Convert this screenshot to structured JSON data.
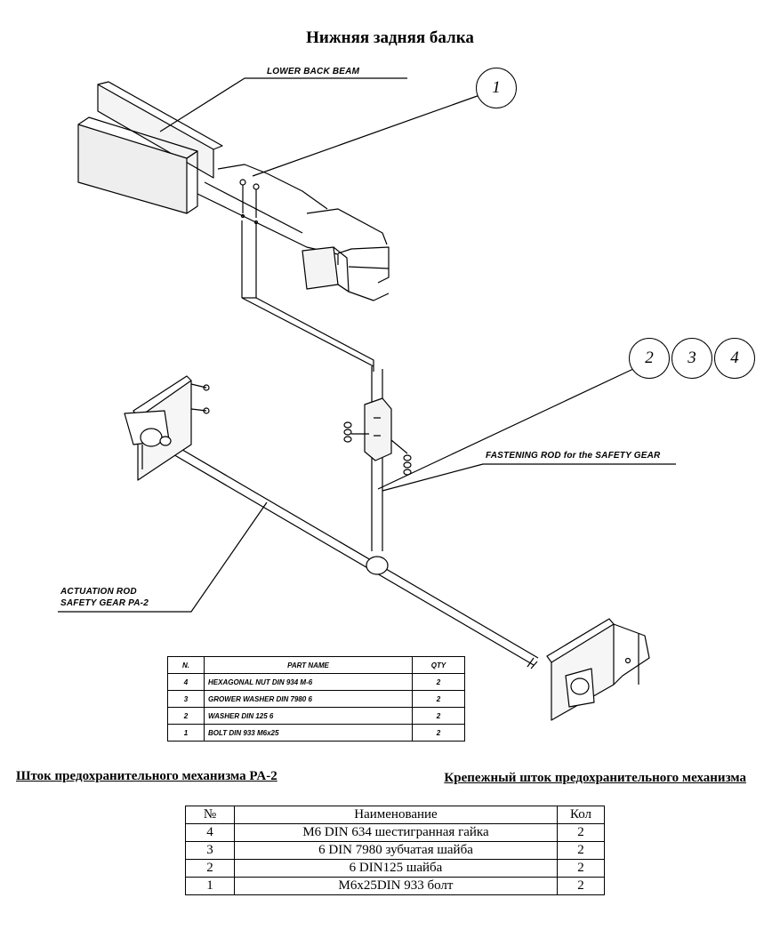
{
  "title": "Нижняя задняя балка",
  "labels": {
    "lower_back_beam": "LOWER BACK BEAM",
    "fastening_rod": "FASTENING ROD for the SAFETY GEAR",
    "actuation_rod_line1": "ACTUATION ROD",
    "actuation_rod_line2": "SAFETY GEAR PA-2"
  },
  "bubbles": [
    "1",
    "2",
    "3",
    "4"
  ],
  "parts_table_en": {
    "headers": [
      "N.",
      "PART NAME",
      "QTY"
    ],
    "rows": [
      [
        "4",
        "HEXAGONAL NUT DIN 934 M-6",
        "2"
      ],
      [
        "3",
        "GROWER WASHER DIN 7980 6",
        "2"
      ],
      [
        "2",
        "WASHER DIN 125 6",
        "2"
      ],
      [
        "1",
        "BOLT DIN 933 M6x25",
        "2"
      ]
    ]
  },
  "captions": {
    "left": "Шток предохранительного механизма PA-2",
    "right": "Крепежный шток предохранительного механизма"
  },
  "parts_table_ru": {
    "headers": [
      "№",
      "Наименование",
      "Кол"
    ],
    "rows": [
      [
        "4",
        "M6 DIN 634 шестигранная гайка",
        "2"
      ],
      [
        "3",
        "6 DIN 7980 зубчатая шайба",
        "2"
      ],
      [
        "2",
        "6 DIN125 шайба",
        "2"
      ],
      [
        "1",
        "M6x25DIN 933 болт",
        "2"
      ]
    ]
  }
}
